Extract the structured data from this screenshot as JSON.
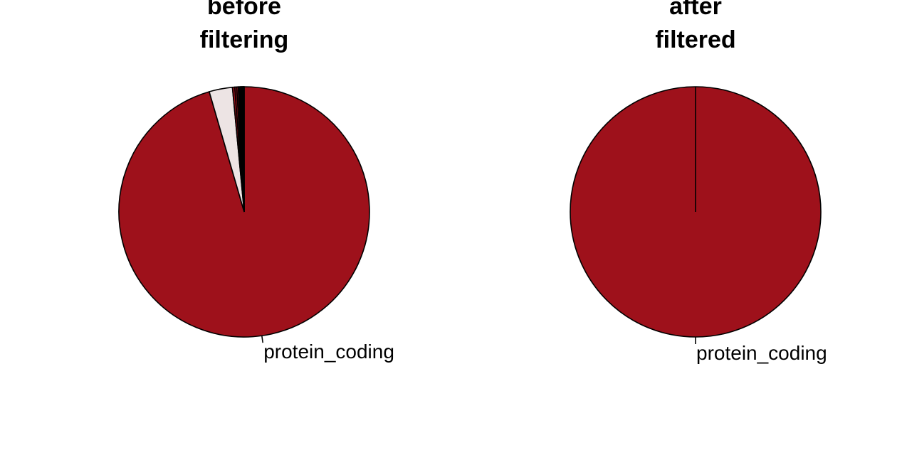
{
  "chart_data": [
    {
      "type": "pie",
      "title_lines": [
        "before",
        "filtering"
      ],
      "slices": [
        {
          "label": "protein_coding",
          "value": 95.5,
          "color": "#9E111B"
        },
        {
          "label": "",
          "value": 3.0,
          "color": "#EDE4E4"
        },
        {
          "label": "",
          "value": 0.3,
          "color": "#9E111B"
        },
        {
          "label": "",
          "value": 0.25,
          "color": "#9E111B"
        },
        {
          "label": "",
          "value": 0.2,
          "color": "#9E111B"
        },
        {
          "label": "",
          "value": 0.15,
          "color": "#9E111B"
        },
        {
          "label": "",
          "value": 0.15,
          "color": "#9E111B"
        },
        {
          "label": "",
          "value": 0.1,
          "color": "#9E111B"
        },
        {
          "label": "",
          "value": 0.1,
          "color": "#9E111B"
        },
        {
          "label": "",
          "value": 0.08,
          "color": "#9E111B"
        },
        {
          "label": "",
          "value": 0.07,
          "color": "#9E111B"
        },
        {
          "label": "",
          "value": 0.05,
          "color": "#9E111B"
        },
        {
          "label": "",
          "value": 0.05,
          "color": "#9E111B"
        }
      ]
    },
    {
      "type": "pie",
      "title_lines": [
        "after",
        "filtered"
      ],
      "slices": [
        {
          "label": "protein_coding",
          "value": 100,
          "color": "#9E111B"
        }
      ]
    }
  ]
}
